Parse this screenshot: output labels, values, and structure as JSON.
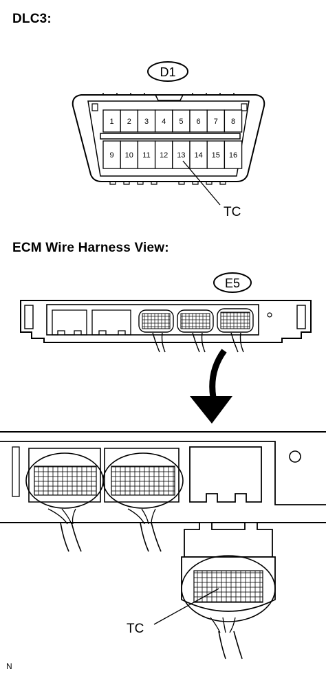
{
  "headings": {
    "dlc3": "DLC3:",
    "ecm": "ECM Wire Harness View:"
  },
  "connectors": {
    "dlc3_id": "D1",
    "ecm_id": "E5"
  },
  "dlc3_pins": {
    "top_row": [
      "1",
      "2",
      "3",
      "4",
      "5",
      "6",
      "7",
      "8"
    ],
    "bottom_row": [
      "9",
      "10",
      "11",
      "12",
      "13",
      "14",
      "15",
      "16"
    ]
  },
  "callouts": {
    "dlc3_tc": "TC",
    "ecm_tc": "TC"
  },
  "corner_note": "N"
}
